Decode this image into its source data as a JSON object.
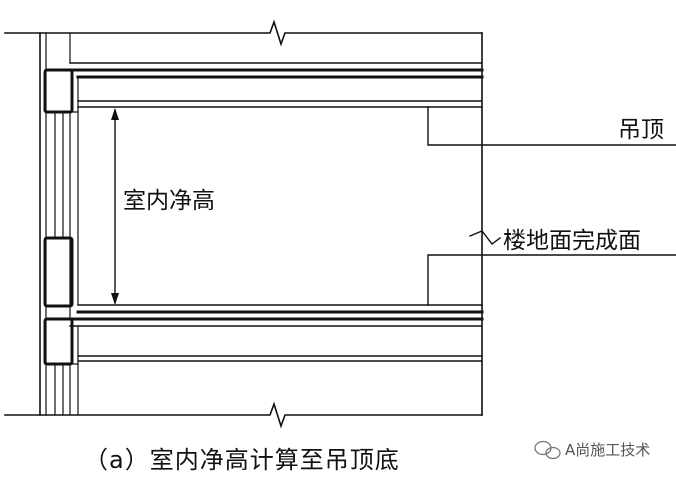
{
  "diagram": {
    "labels": {
      "clear_height": "室内净高",
      "ceiling": "吊顶",
      "floor_finish": "楼地面完成面"
    },
    "caption": "（a）室内净高计算至吊顶底",
    "watermark": "A尚施工技术",
    "colors": {
      "line": "#111111",
      "background": "#ffffff",
      "watermark": "#555555"
    }
  }
}
